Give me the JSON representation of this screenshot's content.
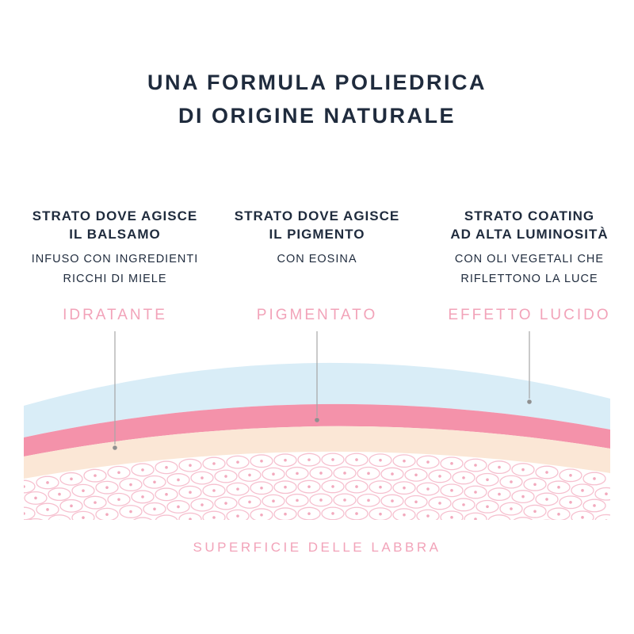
{
  "title_lines": [
    "UNA FORMULA POLIEDRICA",
    "DI ORIGINE NATURALE"
  ],
  "columns": [
    {
      "heading_lines": [
        "STRATO DOVE AGISCE",
        "IL BALSAMO"
      ],
      "description_lines": [
        "INFUSO CON INGREDIENTI",
        "RICCHI DI MIELE"
      ],
      "tag": "IDRATANTE"
    },
    {
      "heading_lines": [
        "STRATO DOVE AGISCE",
        "IL PIGMENTO"
      ],
      "description_lines": [
        "CON EOSINA",
        ""
      ],
      "tag": "PIGMENTATO"
    },
    {
      "heading_lines": [
        "STRATO COATING",
        "AD ALTA LUMINOSITÀ"
      ],
      "description_lines": [
        "CON OLI VEGETALI CHE",
        "RIFLETTONO LA LUCE"
      ],
      "tag": "EFFETTO LUCIDO"
    }
  ],
  "diagram": {
    "base_label": "SUPERFICIE DELLE LABBRA",
    "colors": {
      "coating": "#D9EDF7",
      "pigment": "#F492AA",
      "balm": "#FBE7D6",
      "cell_stroke": "#F6C0CF",
      "cell_dot": "#F2A9BD"
    }
  },
  "colors": {
    "accent_pink": "#F2A3B9",
    "heading_dark": "#1F2B3D",
    "leader_line": "#A6A6A6"
  }
}
